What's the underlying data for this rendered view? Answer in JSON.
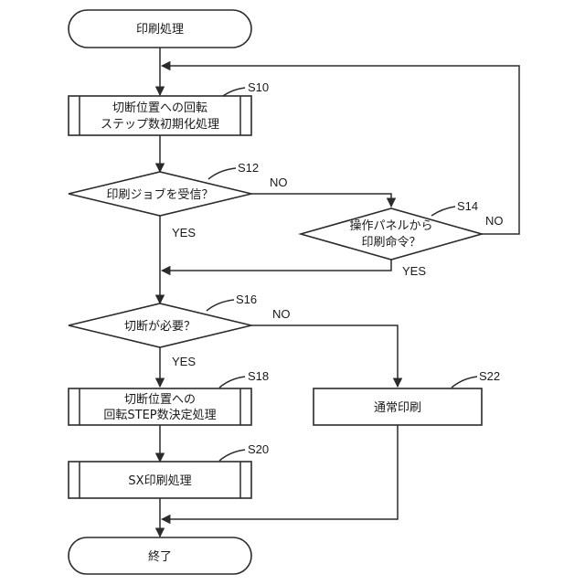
{
  "nodes": {
    "start": "印刷処理",
    "s10": [
      "切断位置への回転",
      "ステップ数初期化処理"
    ],
    "s12": "印刷ジョブを受信？",
    "s14": [
      "操作パネルから",
      "印刷命令？"
    ],
    "s16": "切断が必要？",
    "s18": [
      "切断位置への",
      "回転STEP数決定処理"
    ],
    "s20": "SX印刷処理",
    "s22": "通常印刷",
    "end": "終了"
  },
  "step_labels": {
    "s10": "S10",
    "s12": "S12",
    "s14": "S14",
    "s16": "S16",
    "s18": "S18",
    "s20": "S20",
    "s22": "S22"
  },
  "edge_labels": {
    "s12_no": "NO",
    "s12_yes": "YES",
    "s14_no": "NO",
    "s14_yes": "YES",
    "s16_no": "NO",
    "s16_yes": "YES"
  },
  "colors": {
    "stroke": "#2b2b2b",
    "fill": "#ffffff",
    "text": "#1a1a1a"
  }
}
